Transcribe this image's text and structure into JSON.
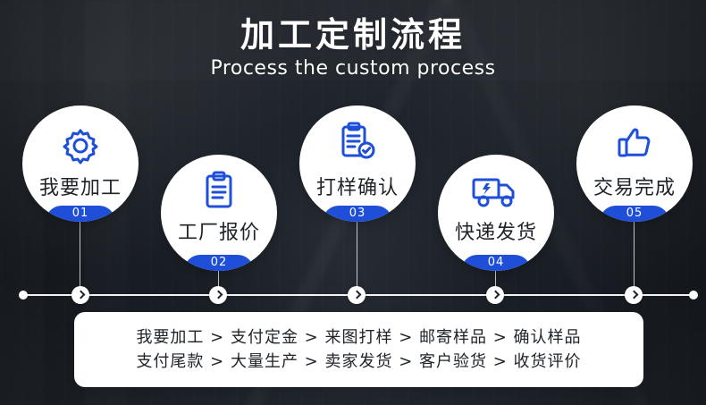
{
  "header": {
    "title": "加工定制流程",
    "subtitle": "Process the custom process"
  },
  "steps": [
    {
      "label": "我要加工",
      "number": "01",
      "icon": "gear-icon"
    },
    {
      "label": "工厂报价",
      "number": "02",
      "icon": "clipboard-icon"
    },
    {
      "label": "打样确认",
      "number": "03",
      "icon": "document-check-icon"
    },
    {
      "label": "快递发货",
      "number": "04",
      "icon": "delivery-truck-icon"
    },
    {
      "label": "交易完成",
      "number": "05",
      "icon": "thumbs-up-icon"
    }
  ],
  "summary": {
    "line1": "我要加工 > 支付定金 > 来图打样 > 邮寄样品 > 确认样品",
    "line2": "支付尾款 > 大量生产 > 卖家发货 > 客户验货 > 收货评价"
  },
  "colors": {
    "accent": "#1f4fd8",
    "icon": "#1f4fd8",
    "text": "#1f2328",
    "white": "#ffffff"
  }
}
